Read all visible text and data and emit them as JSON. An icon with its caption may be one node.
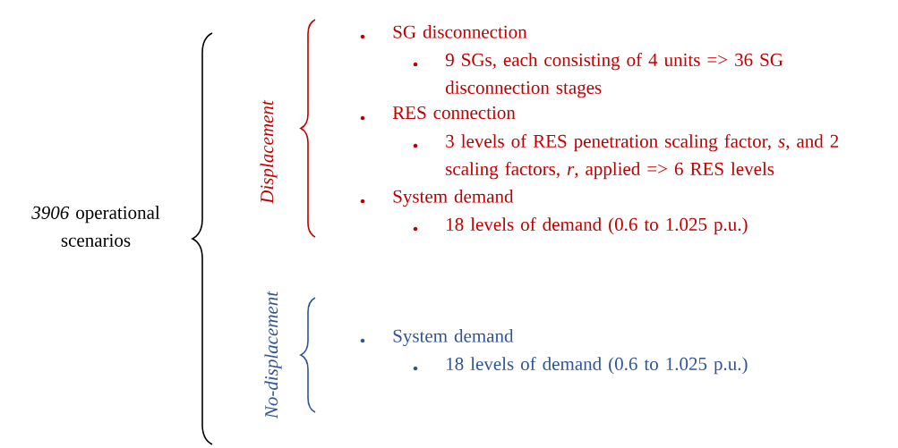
{
  "diagram": {
    "labels": [
      "*3906* operational scenarios",
      "Displacement",
      "SG disconnection",
      "9 SGs, each consisting of 4 units => 36 SG disconnection stages",
      "RES connection",
      "3 levels of RES penetration scaling factor, *s*, and 2 scaling factors, *r*, applied => 6 RES levels",
      "System demand",
      "18 levels of demand (0.6 to 1.025 p.u.)",
      "No-displacement",
      "System demand",
      "18 levels of demand (0.6 to 1.025 p.u.)"
    ]
  }
}
